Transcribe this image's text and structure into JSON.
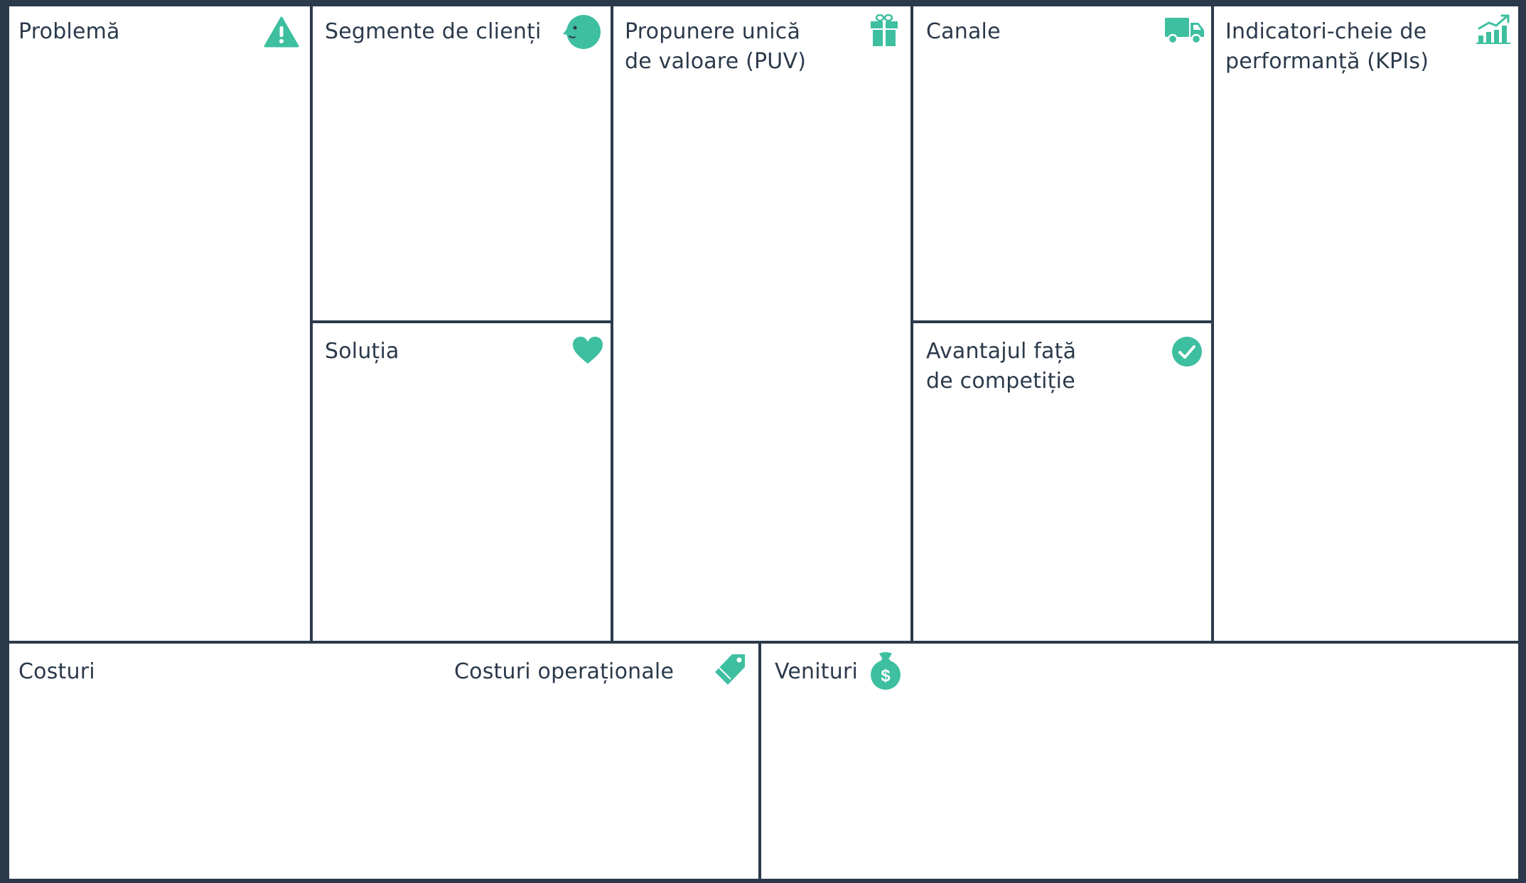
{
  "canvas": {
    "accent_color": "#3ebfa0",
    "line_color": "#2b3a4b",
    "cells": {
      "problem": {
        "title": "Problemă",
        "icon": "warning-icon"
      },
      "segments": {
        "title": "Segmente de clienți",
        "icon": "customer-face-icon"
      },
      "solution": {
        "title": "Soluția",
        "icon": "heart-icon"
      },
      "uvp": {
        "title_line1": "Propunere unică",
        "title_line2": "de valoare (PUV)",
        "icon": "gift-icon"
      },
      "channels": {
        "title": "Canale",
        "icon": "truck-icon"
      },
      "advantage": {
        "title_line1": "Avantajul față",
        "title_line2": "de competiție",
        "icon": "check-circle-icon"
      },
      "kpi": {
        "title_line1": "Indicatori-cheie de",
        "title_line2": "performanță (KPIs)",
        "icon": "growth-chart-icon"
      },
      "costs": {
        "title": "Costuri",
        "subtitle": "Costuri operaționale",
        "icon": "price-tag-icon"
      },
      "revenue": {
        "title": "Venituri",
        "icon": "money-bag-icon"
      }
    }
  }
}
